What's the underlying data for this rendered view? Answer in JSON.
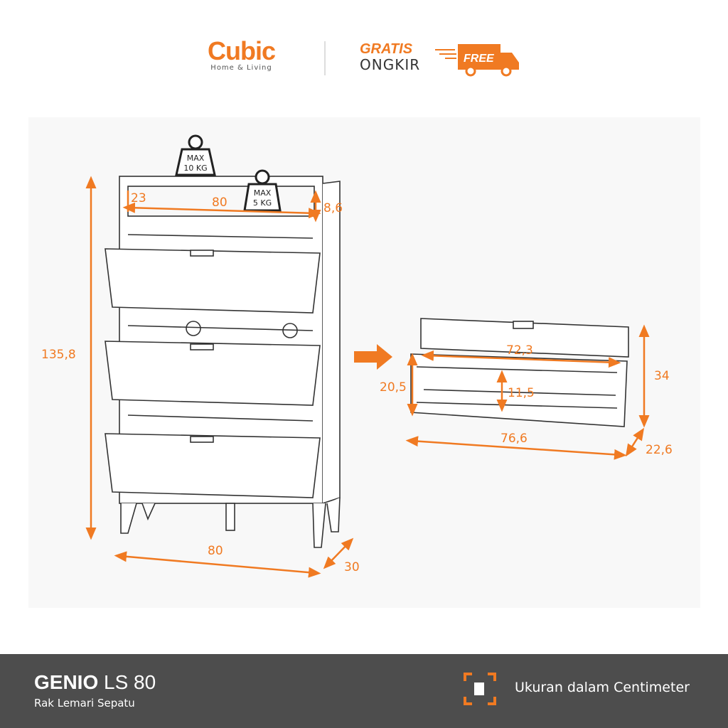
{
  "header": {
    "brand": "Cubic",
    "brand_tagline": "Home & Living",
    "promo_line1": "GRATIS",
    "promo_line2": "ONGKIR",
    "truck_label": "FREE"
  },
  "diagram": {
    "weight_top": {
      "line1": "MAX",
      "line2": "10 KG"
    },
    "weight_shelf": {
      "line1": "MAX",
      "line2": "5 KG"
    },
    "cabinet": {
      "top_depth": "23",
      "top_width": "80",
      "top_height": "8,6",
      "total_height": "135,8",
      "width": "80",
      "depth": "30"
    },
    "drawer": {
      "inner_width": "72,3",
      "height": "20,5",
      "inner_height": "11,5",
      "door_height": "34",
      "width": "76,6",
      "depth": "22,6"
    }
  },
  "footer": {
    "product_name": "GENIO",
    "product_model": "LS 80",
    "product_type": "Rak Lemari Sepatu",
    "unit_note": "Ukuran dalam Centimeter"
  },
  "colors": {
    "accent": "#f07a22",
    "footer_bg": "#4d4d4d",
    "line": "#333333"
  }
}
